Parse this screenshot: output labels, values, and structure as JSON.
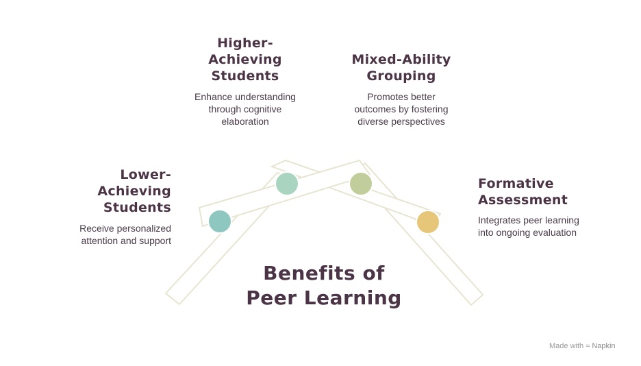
{
  "title": "Benefits of\nPeer Learning",
  "nodes": [
    {
      "title": "Lower-\nAchieving\nStudents",
      "desc": "Receive personalized\nattention and support",
      "color": "#8ec7bf"
    },
    {
      "title": "Higher-\nAchieving\nStudents",
      "desc": "Enhance understanding\nthrough cognitive\nelaboration",
      "color": "#a8d4c0"
    },
    {
      "title": "Mixed-Ability\nGrouping",
      "desc": "Promotes better\noutcomes by fostering\ndiverse perspectives",
      "color": "#c2cd9c"
    },
    {
      "title": "Formative\nAssessment",
      "desc": "Integrates peer learning\ninto ongoing evaluation",
      "color": "#e6c779"
    }
  ],
  "watermark": {
    "prefix": "Made with",
    "brand": "Napkin"
  }
}
